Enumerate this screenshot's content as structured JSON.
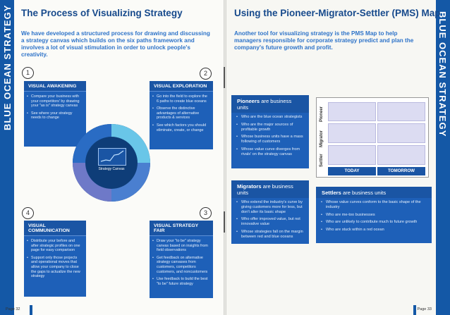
{
  "spine_text": "BLUE OCEAN STRATEGY",
  "left": {
    "title": "The Process of Visualizing Strategy",
    "intro": "We have developed a structured process for drawing and discussing a strategy canvas which builds on the six paths framework and involves a lot of visual stimulation in order to unlock people's creativity.",
    "steps": [
      {
        "num": "1",
        "title": "VISUAL AWAKENING",
        "bullets": [
          "Compare your business with your competitors' by drawing your \"as is\" strategy canvas",
          "See where your strategy needs to change"
        ]
      },
      {
        "num": "2",
        "title": "VISUAL EXPLORATION",
        "bullets": [
          "Go into the field to explore the 6 paths to create blue oceans",
          "Observe the distinctive advantages of alternative products & services",
          "See which factors you should eliminate, create, or change"
        ]
      },
      {
        "num": "3",
        "title": "VISUAL STRATEGY FAIR",
        "bullets": [
          "Draw your \"to be\" strategy canvas based on insights from field observations",
          "Get feedback on alternative strategy canvases from customers, competitors customers, and noncustomers",
          "Use feedback to build the best \"to be\" future strategy"
        ]
      },
      {
        "num": "4",
        "title": "VISUAL COMMUNICATION",
        "bullets": [
          "Distribute your before and after strategic profiles on one page for easy comparison",
          "Support only those projects and operational moves that allow your company to close the gaps to actualize the new strategy"
        ]
      }
    ],
    "center_label": "Strategy Canvas",
    "page_number": "Page 32"
  },
  "right": {
    "title": "Using the Pioneer-Migrator-Settler (PMS) Map",
    "intro": "Another tool for visualizing strategy is the PMS Map to help managers responsible for corporate strategy predict and plan the company's future growth and profit.",
    "pioneers": {
      "name": "Pioneers",
      "suffix": " are business units",
      "bullets": [
        "Who are the blue ocean strategists",
        "Who are the major sources of profitable growth",
        "Whose business units have a mass following of customers",
        "Whose value curve diverges from rivals' on the strategy canvas"
      ]
    },
    "migrators": {
      "name": "Migrators",
      "suffix": " are business units",
      "bullets": [
        "Who extend the industry's curve by giving customers more for less, but don't alter its basic shape",
        "Who offer improved value, but not innovative value",
        "Whose strategies fall on the margin between red and blue oceans"
      ]
    },
    "settlers": {
      "name": "Settlers",
      "suffix": " are business units",
      "bullets": [
        "Whose value curves conform to the basic shape of the industry",
        "Who are me-too businesses",
        "Who are unlikely to contribute much to future growth",
        "Who are stuck within a red ocean"
      ]
    },
    "pms_rows": [
      "Pioneer",
      "Migrator",
      "Settler"
    ],
    "pms_cols": [
      "TODAY",
      "TOMORROW"
    ],
    "page_number": "Page 33"
  },
  "colors": {
    "spine": "#1458a6",
    "title": "#174a8c",
    "intro": "#2f74c9",
    "box": "#1e60b8"
  }
}
